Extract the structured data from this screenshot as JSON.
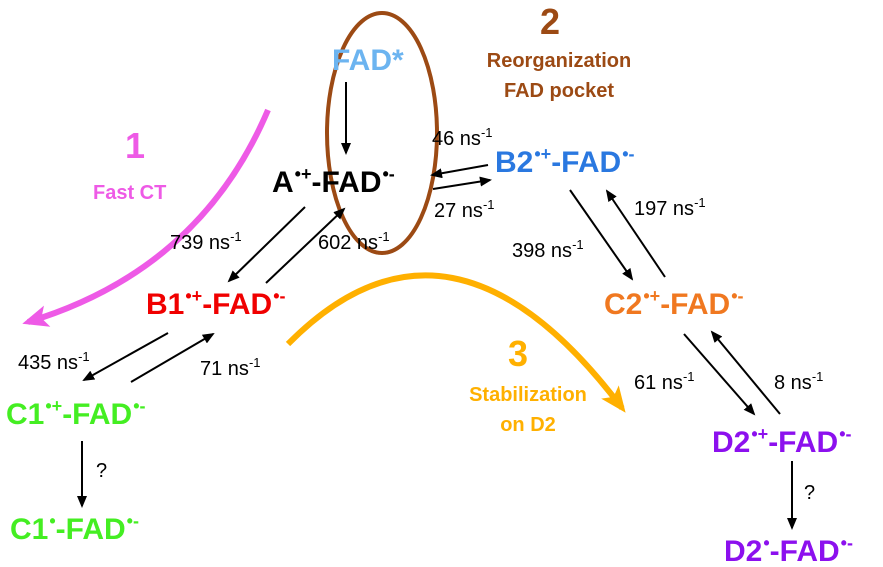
{
  "colors": {
    "black": "#000000",
    "fad_star": "#6cb4f0",
    "reorganization": "#9c4a14",
    "state_b2": "#2a78e0",
    "fast_ct": "#ee5ae6",
    "state_b1": "#f00000",
    "stabilization": "#ffb000",
    "state_c2": "#f07820",
    "state_c1": "#44ee22",
    "state_d2": "#8c10ee"
  },
  "states": {
    "fad_star": "FAD*",
    "a": {
      "base": "A",
      "radical": "•+",
      "link": "-FAD",
      "radical2": "•-"
    },
    "b2": {
      "base": "B2",
      "radical": "•+",
      "link": "-FAD",
      "radical2": "•-"
    },
    "b1": {
      "base": "B1",
      "radical": "•+",
      "link": "-FAD",
      "radical2": "•-"
    },
    "c2": {
      "base": "C2",
      "radical": "•+",
      "link": "-FAD",
      "radical2": "•-"
    },
    "c1": {
      "base": "C1",
      "radical": "•+",
      "link": "-FAD",
      "radical2": "•-"
    },
    "c1_final": {
      "base": "C1",
      "radical": "•",
      "link": "-FAD",
      "radical2": "•-"
    },
    "d2": {
      "base": "D2",
      "radical": "•+",
      "link": "-FAD",
      "radical2": "•-"
    },
    "d2_final": {
      "base": "D2",
      "radical": "•",
      "link": "-FAD",
      "radical2": "•-"
    }
  },
  "rates": {
    "a_to_b2": {
      "value": "27 ns",
      "exp": "-1"
    },
    "b2_to_a": {
      "value": "46 ns",
      "exp": "-1"
    },
    "a_to_b1": {
      "value": "739 ns",
      "exp": "-1"
    },
    "b1_to_a": {
      "value": "602 ns",
      "exp": "-1"
    },
    "b2_to_c2": {
      "value": "398 ns",
      "exp": "-1"
    },
    "c2_to_b2": {
      "value": "197 ns",
      "exp": "-1"
    },
    "b1_to_c1": {
      "value": "435 ns",
      "exp": "-1"
    },
    "c1_to_b1": {
      "value": "71 ns",
      "exp": "-1"
    },
    "c2_to_d2": {
      "value": "61 ns",
      "exp": "-1"
    },
    "d2_to_c2": {
      "value": "8 ns",
      "exp": "-1"
    },
    "c1_unknown": "?",
    "d2_unknown": "?"
  },
  "processes": {
    "fast_ct": {
      "number": "1",
      "label": "Fast CT"
    },
    "reorganization": {
      "number": "2",
      "line1": "Reorganization",
      "line2": "FAD pocket"
    },
    "stabilization": {
      "number": "3",
      "line1": "Stabilization",
      "line2": "on D2"
    }
  }
}
